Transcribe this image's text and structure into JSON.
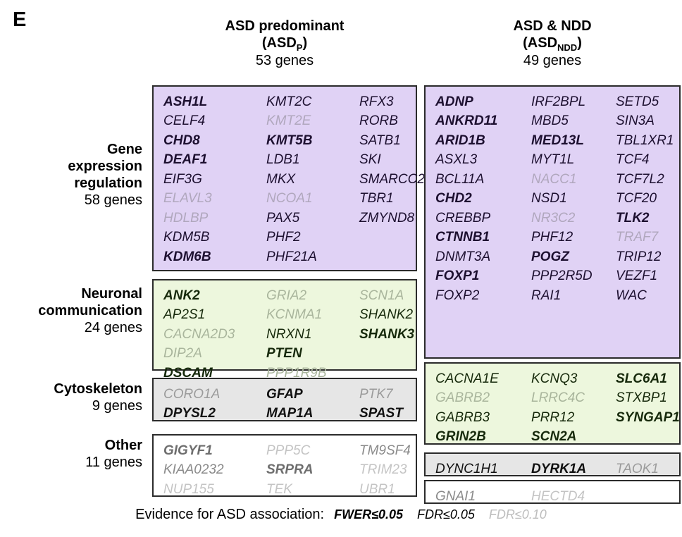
{
  "panel_letter": "E",
  "columns": [
    {
      "title": "ASD predominant",
      "abbrev_pre": "(ASD",
      "abbrev_sub": "P",
      "abbrev_post": ")",
      "count": "53 genes"
    },
    {
      "title": "ASD & NDD",
      "abbrev_pre": "(ASD",
      "abbrev_sub": "NDD",
      "abbrev_post": ")",
      "count": "49 genes"
    }
  ],
  "rows": [
    {
      "name": "Gene expression regulation",
      "line1": "Gene",
      "line2": "expression",
      "line3": "regulation",
      "count": "58 genes"
    },
    {
      "name": "Neuronal communication",
      "line1": "Neuronal",
      "line2": "communication",
      "line3": "",
      "count": "24 genes"
    },
    {
      "name": "Cytoskeleton",
      "line1": "Cytoskeleton",
      "line2": "",
      "line3": "",
      "count": "9 genes"
    },
    {
      "name": "Other",
      "line1": "Other",
      "line2": "",
      "line3": "",
      "count": "11 genes"
    }
  ],
  "legend": {
    "lead": "Evidence for ASD association:",
    "keys": [
      {
        "label": "FWER≤0.05",
        "tier": 1
      },
      {
        "label": "FDR≤0.05",
        "tier": 2
      },
      {
        "label": "FDR≤0.10",
        "tier": 3
      }
    ]
  },
  "boxes": {
    "p_gene": {
      "category": "Gene expression regulation",
      "column": "ASD predominant",
      "color": "#e0d2f5",
      "genes": [
        {
          "name": "ASH1L",
          "tier": 1
        },
        {
          "name": "KMT2C",
          "tier": 2
        },
        {
          "name": "RFX3",
          "tier": 2
        },
        {
          "name": "CELF4",
          "tier": 2
        },
        {
          "name": "KMT2E",
          "tier": 3
        },
        {
          "name": "RORB",
          "tier": 2
        },
        {
          "name": "CHD8",
          "tier": 1
        },
        {
          "name": "KMT5B",
          "tier": 1
        },
        {
          "name": "SATB1",
          "tier": 2
        },
        {
          "name": "DEAF1",
          "tier": 1
        },
        {
          "name": "LDB1",
          "tier": 2
        },
        {
          "name": "SKI",
          "tier": 2
        },
        {
          "name": "EIF3G",
          "tier": 2
        },
        {
          "name": "MKX",
          "tier": 2
        },
        {
          "name": "SMARCC2",
          "tier": 2
        },
        {
          "name": "ELAVL3",
          "tier": 3
        },
        {
          "name": "NCOA1",
          "tier": 3
        },
        {
          "name": "TBR1",
          "tier": 2
        },
        {
          "name": "HDLBP",
          "tier": 3
        },
        {
          "name": "PAX5",
          "tier": 2
        },
        {
          "name": "ZMYND8",
          "tier": 2
        },
        {
          "name": "KDM5B",
          "tier": 2
        },
        {
          "name": "PHF2",
          "tier": 2
        },
        {
          "name": "",
          "tier": 2
        },
        {
          "name": "KDM6B",
          "tier": 1
        },
        {
          "name": "PHF21A",
          "tier": 2
        },
        {
          "name": "",
          "tier": 2
        }
      ]
    },
    "p_neuro": {
      "category": "Neuronal communication",
      "column": "ASD predominant",
      "color": "#edf7dd",
      "genes": [
        {
          "name": "ANK2",
          "tier": 1
        },
        {
          "name": "GRIA2",
          "tier": 3
        },
        {
          "name": "SCN1A",
          "tier": 3
        },
        {
          "name": "AP2S1",
          "tier": 2
        },
        {
          "name": "KCNMA1",
          "tier": 3
        },
        {
          "name": "SHANK2",
          "tier": 2
        },
        {
          "name": "CACNA2D3",
          "tier": 3
        },
        {
          "name": "NRXN1",
          "tier": 2
        },
        {
          "name": "SHANK3",
          "tier": 1
        },
        {
          "name": "DIP2A",
          "tier": 3
        },
        {
          "name": "PTEN",
          "tier": 1
        },
        {
          "name": "",
          "tier": 2
        },
        {
          "name": "DSCAM",
          "tier": 1
        },
        {
          "name": "PPP1R9B",
          "tier": 3
        },
        {
          "name": "",
          "tier": 2
        }
      ]
    },
    "p_cyto": {
      "category": "Cytoskeleton",
      "column": "ASD predominant",
      "color": "#e6e6e6",
      "genes": [
        {
          "name": "CORO1A",
          "tier": 3
        },
        {
          "name": "GFAP",
          "tier": 1
        },
        {
          "name": "PTK7",
          "tier": 3
        },
        {
          "name": "DPYSL2",
          "tier": 1
        },
        {
          "name": "MAP1A",
          "tier": 1
        },
        {
          "name": "SPAST",
          "tier": 1
        }
      ]
    },
    "p_other": {
      "category": "Other",
      "column": "ASD predominant",
      "color": "#ffffff",
      "genes": [
        {
          "name": "GIGYF1",
          "tier": 1
        },
        {
          "name": "PPP5C",
          "tier": 3
        },
        {
          "name": "TM9SF4",
          "tier": 2
        },
        {
          "name": "KIAA0232",
          "tier": 2
        },
        {
          "name": "SRPRA",
          "tier": 1
        },
        {
          "name": "TRIM23",
          "tier": 3
        },
        {
          "name": "NUP155",
          "tier": 3
        },
        {
          "name": "TEK",
          "tier": 3
        },
        {
          "name": "UBR1",
          "tier": 3
        }
      ]
    },
    "n_gene": {
      "category": "Gene expression regulation",
      "column": "ASD & NDD",
      "color": "#e0d2f5",
      "genes": [
        {
          "name": "ADNP",
          "tier": 1
        },
        {
          "name": "IRF2BPL",
          "tier": 2
        },
        {
          "name": "SETD5",
          "tier": 2
        },
        {
          "name": "ANKRD11",
          "tier": 1
        },
        {
          "name": "MBD5",
          "tier": 2
        },
        {
          "name": "SIN3A",
          "tier": 2
        },
        {
          "name": "ARID1B",
          "tier": 1
        },
        {
          "name": "MED13L",
          "tier": 1
        },
        {
          "name": "TBL1XR1",
          "tier": 2
        },
        {
          "name": "ASXL3",
          "tier": 2
        },
        {
          "name": "MYT1L",
          "tier": 2
        },
        {
          "name": "TCF4",
          "tier": 2
        },
        {
          "name": "BCL11A",
          "tier": 2
        },
        {
          "name": "NACC1",
          "tier": 3
        },
        {
          "name": "TCF7L2",
          "tier": 2
        },
        {
          "name": "CHD2",
          "tier": 1
        },
        {
          "name": "NSD1",
          "tier": 2
        },
        {
          "name": "TCF20",
          "tier": 2
        },
        {
          "name": "CREBBP",
          "tier": 2
        },
        {
          "name": "NR3C2",
          "tier": 3
        },
        {
          "name": "TLK2",
          "tier": 1
        },
        {
          "name": "CTNNB1",
          "tier": 1
        },
        {
          "name": "PHF12",
          "tier": 2
        },
        {
          "name": "TRAF7",
          "tier": 3
        },
        {
          "name": "DNMT3A",
          "tier": 2
        },
        {
          "name": "POGZ",
          "tier": 1
        },
        {
          "name": "TRIP12",
          "tier": 2
        },
        {
          "name": "FOXP1",
          "tier": 1
        },
        {
          "name": "PPP2R5D",
          "tier": 2
        },
        {
          "name": "VEZF1",
          "tier": 2
        },
        {
          "name": "FOXP2",
          "tier": 2
        },
        {
          "name": "RAI1",
          "tier": 2
        },
        {
          "name": "WAC",
          "tier": 2
        }
      ]
    },
    "n_neuro": {
      "category": "Neuronal communication",
      "column": "ASD & NDD",
      "color": "#edf7dd",
      "genes": [
        {
          "name": "CACNA1E",
          "tier": 2
        },
        {
          "name": "KCNQ3",
          "tier": 2
        },
        {
          "name": "SLC6A1",
          "tier": 1
        },
        {
          "name": "GABRB2",
          "tier": 3
        },
        {
          "name": "LRRC4C",
          "tier": 3
        },
        {
          "name": "STXBP1",
          "tier": 2
        },
        {
          "name": "GABRB3",
          "tier": 2
        },
        {
          "name": "PRR12",
          "tier": 2
        },
        {
          "name": "SYNGAP1",
          "tier": 1
        },
        {
          "name": "GRIN2B",
          "tier": 1
        },
        {
          "name": "SCN2A",
          "tier": 1
        },
        {
          "name": "",
          "tier": 2
        }
      ]
    },
    "n_cyto": {
      "category": "Cytoskeleton",
      "column": "ASD & NDD",
      "color": "#e6e6e6",
      "genes": [
        {
          "name": "DYNC1H1",
          "tier": 2
        },
        {
          "name": "DYRK1A",
          "tier": 1
        },
        {
          "name": "TAOK1",
          "tier": 3
        }
      ]
    },
    "n_other": {
      "category": "Other",
      "column": "ASD & NDD",
      "color": "#ffffff",
      "genes": [
        {
          "name": "GNAI1",
          "tier": 2
        },
        {
          "name": "HECTD4",
          "tier": 3
        },
        {
          "name": "",
          "tier": 2
        }
      ]
    }
  }
}
